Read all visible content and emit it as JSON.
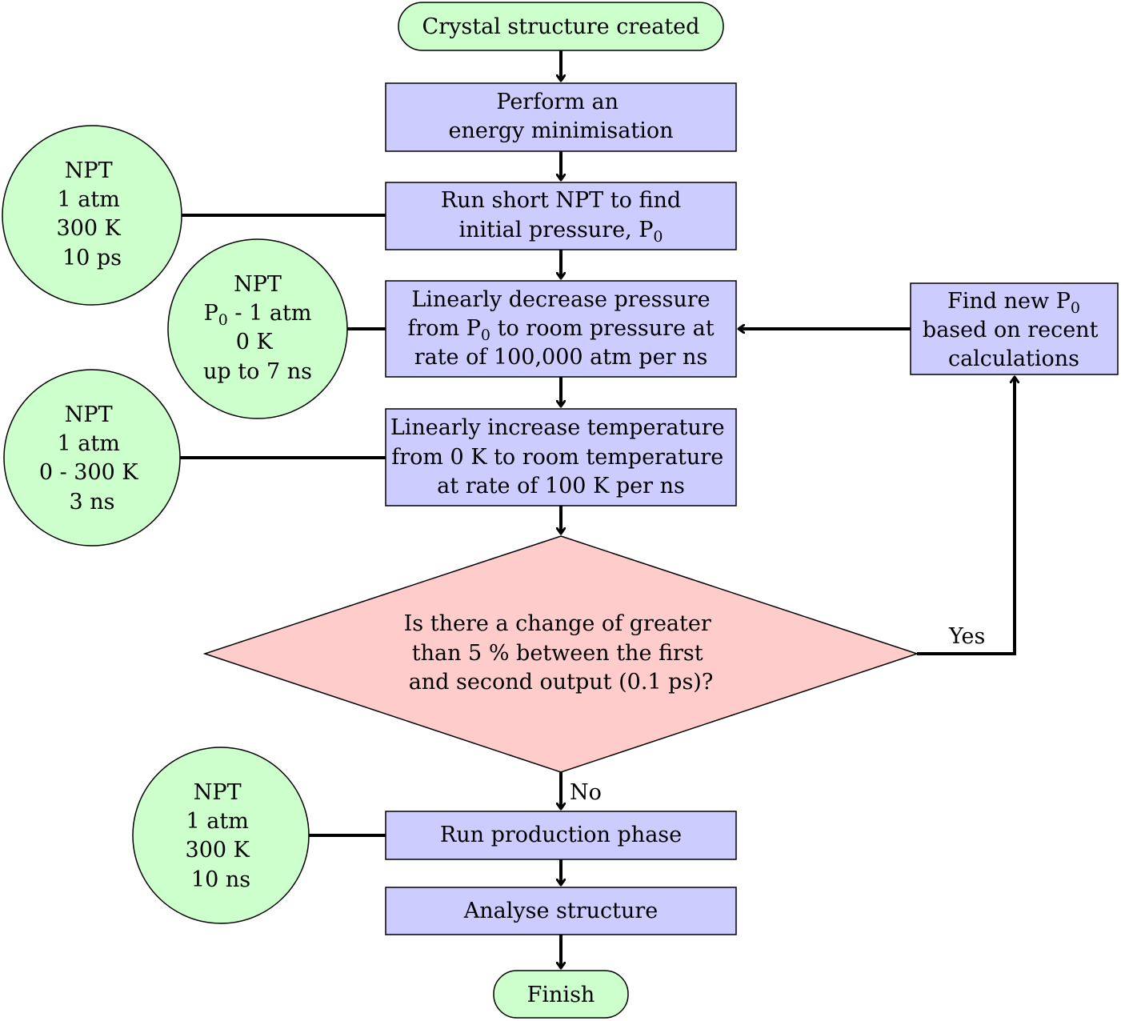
{
  "nodes": {
    "start": "Crystal structure created",
    "minimise": [
      "Perform an",
      "energy minimisation"
    ],
    "short_npt": [
      "Run short NPT to find",
      "initial pressure, P",
      "0"
    ],
    "decrease_pressure": [
      "Linearly decrease pressure",
      "from P",
      "0",
      " to room pressure at",
      "rate of 100,000 atm per ns"
    ],
    "increase_temperature": [
      "Linearly increase temperature",
      "from 0 K to room temperature",
      "at rate of 100 K per ns"
    ],
    "decision": [
      "Is there a change of greater",
      "than 5 % between the first",
      "and second output (0.1 ps)?"
    ],
    "find_new_p0": [
      "Find new P",
      "0",
      "based on recent",
      "calculations"
    ],
    "production": "Run production phase",
    "analyse": "Analyse structure",
    "finish": "Finish"
  },
  "params": {
    "short_npt": [
      "NPT",
      "1 atm",
      "300 K",
      "10 ps"
    ],
    "decrease_pressure": [
      "NPT",
      "P",
      "0",
      " - 1 atm",
      "0 K",
      "up to 7 ns"
    ],
    "increase_temperature": [
      "NPT",
      "1 atm",
      "0 - 300 K",
      "3 ns"
    ],
    "production": [
      "NPT",
      "1 atm",
      "300 K",
      "10 ns"
    ]
  },
  "edge_labels": {
    "yes": "Yes",
    "no": "No"
  },
  "colors": {
    "process": "#ccccff",
    "terminal": "#ccffcc",
    "parameters": "#ccffcc",
    "decision": "#ffcccc"
  }
}
